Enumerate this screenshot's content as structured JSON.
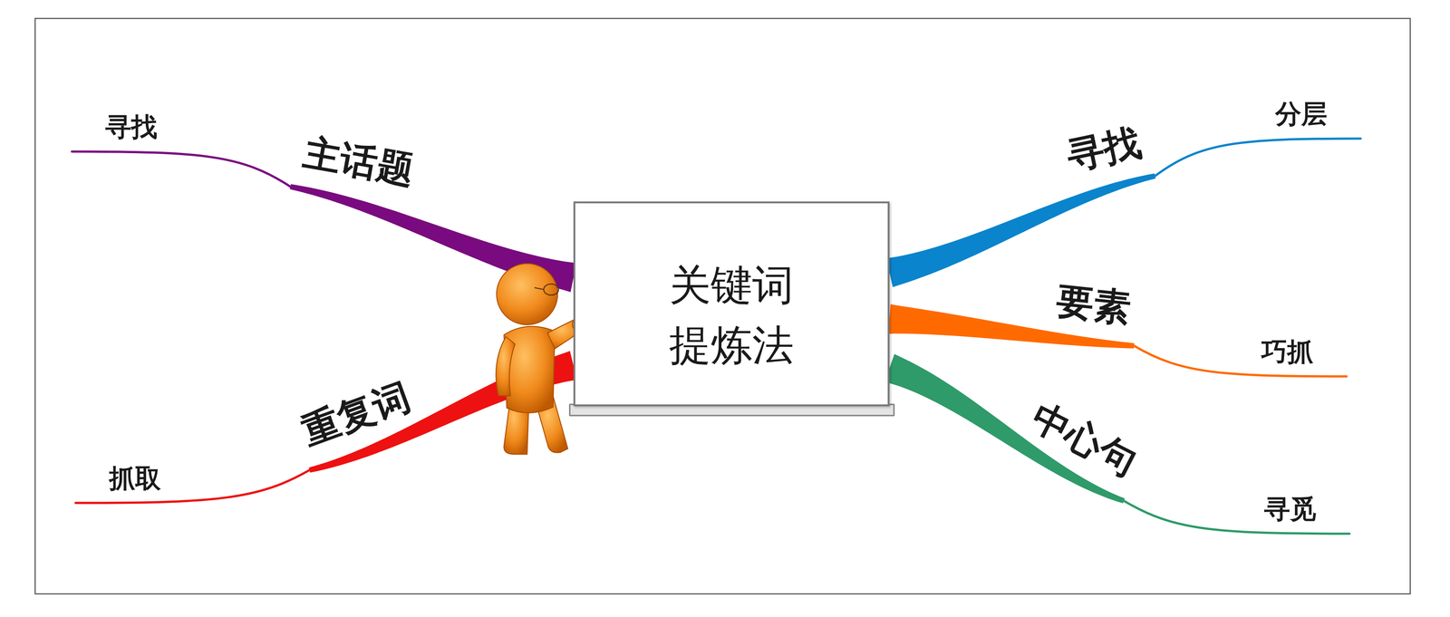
{
  "diagram": {
    "nodes": [
      {
        "text": [
          "关键词 提炼法"
        ]
      },
      {
        "text": [
          "主话题"
        ]
      },
      {
        "text": [
          "寻找"
        ]
      },
      {
        "text": [
          "重复词"
        ]
      },
      {
        "text": [
          "抓取"
        ]
      },
      {
        "text": [
          "寻找"
        ]
      },
      {
        "text": [
          "分层"
        ]
      },
      {
        "text": [
          "要素"
        ]
      },
      {
        "text": [
          "巧抓"
        ]
      },
      {
        "text": [
          "中心句"
        ]
      },
      {
        "text": [
          "寻觅"
        ]
      }
    ],
    "edges": [
      {
        "from": 0,
        "to": 1,
        "arrow": "none"
      },
      {
        "from": 1,
        "to": 2,
        "arrow": "none"
      },
      {
        "from": 0,
        "to": 3,
        "arrow": "none"
      },
      {
        "from": 3,
        "to": 4,
        "arrow": "none"
      },
      {
        "from": 0,
        "to": 5,
        "arrow": "none"
      },
      {
        "from": 5,
        "to": 6,
        "arrow": "none"
      },
      {
        "from": 0,
        "to": 7,
        "arrow": "none"
      },
      {
        "from": 7,
        "to": 8,
        "arrow": "none"
      },
      {
        "from": 0,
        "to": 9,
        "arrow": "none"
      },
      {
        "from": 9,
        "to": 10,
        "arrow": "none"
      }
    ]
  }
}
